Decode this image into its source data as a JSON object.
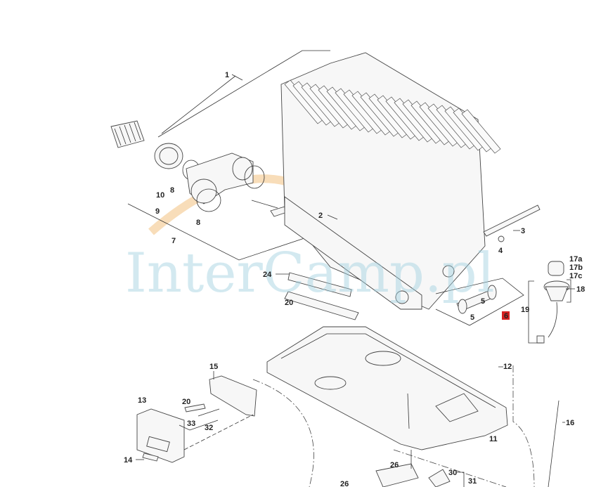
{
  "diagram": {
    "watermark": "InterCamp.pl",
    "highlight_color": "#d62020",
    "highlighted_part": "6",
    "labels": [
      "1",
      "2",
      "3",
      "4",
      "5",
      "5",
      "6",
      "7",
      "8",
      "8",
      "9",
      "10",
      "11",
      "12",
      "13",
      "14",
      "15",
      "16",
      "17a",
      "17b",
      "17c",
      "18",
      "19",
      "20",
      "20",
      "24",
      "26",
      "26",
      "30",
      "31",
      "32",
      "33"
    ]
  }
}
